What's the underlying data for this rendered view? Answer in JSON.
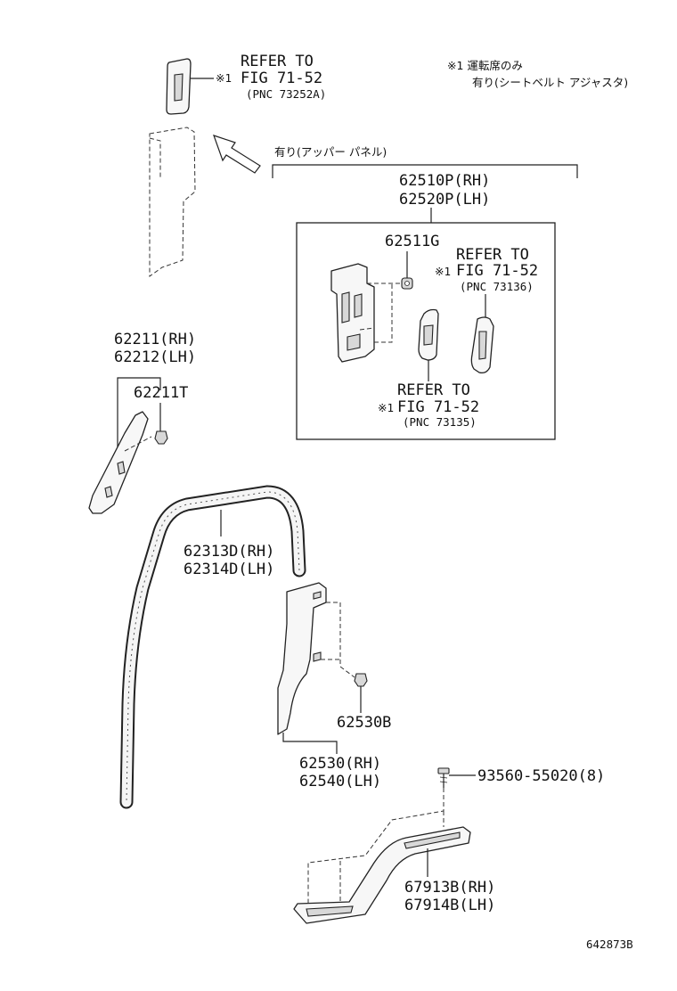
{
  "labels": {
    "ref_top_1": "REFER TO",
    "ref_top_2": "FIG 71-52",
    "ref_top_3": "(PNC 73252A)",
    "ref_mid_1": "REFER TO",
    "ref_mid_2": "FIG 71-52",
    "ref_mid_3": "(PNC 73136)",
    "ref_bot_1": "REFER TO",
    "ref_bot_2": "FIG 71-52",
    "ref_bot_3": "(PNC 73135)",
    "note_mark": "※1",
    "note_line1": "※1 運転席のみ",
    "note_line2": "有り(シートベルト アジャスタ)",
    "upper_panel_note": "有り(アッパー パネル)",
    "p62510": "62510P(RH)",
    "p62520": "62520P(LH)",
    "p62511g": "62511G",
    "p62211": "62211(RH)",
    "p62212": "62212(LH)",
    "p62211t": "62211T",
    "p62313": "62313D(RH)",
    "p62314": "62314D(LH)",
    "p62530b": "62530B",
    "p62530": "62530(RH)",
    "p62540": "62540(LH)",
    "p93560": "93560-55020(8)",
    "p67913": "67913B(RH)",
    "p67914": "67914B(LH)",
    "drawing_no": "642873B"
  }
}
